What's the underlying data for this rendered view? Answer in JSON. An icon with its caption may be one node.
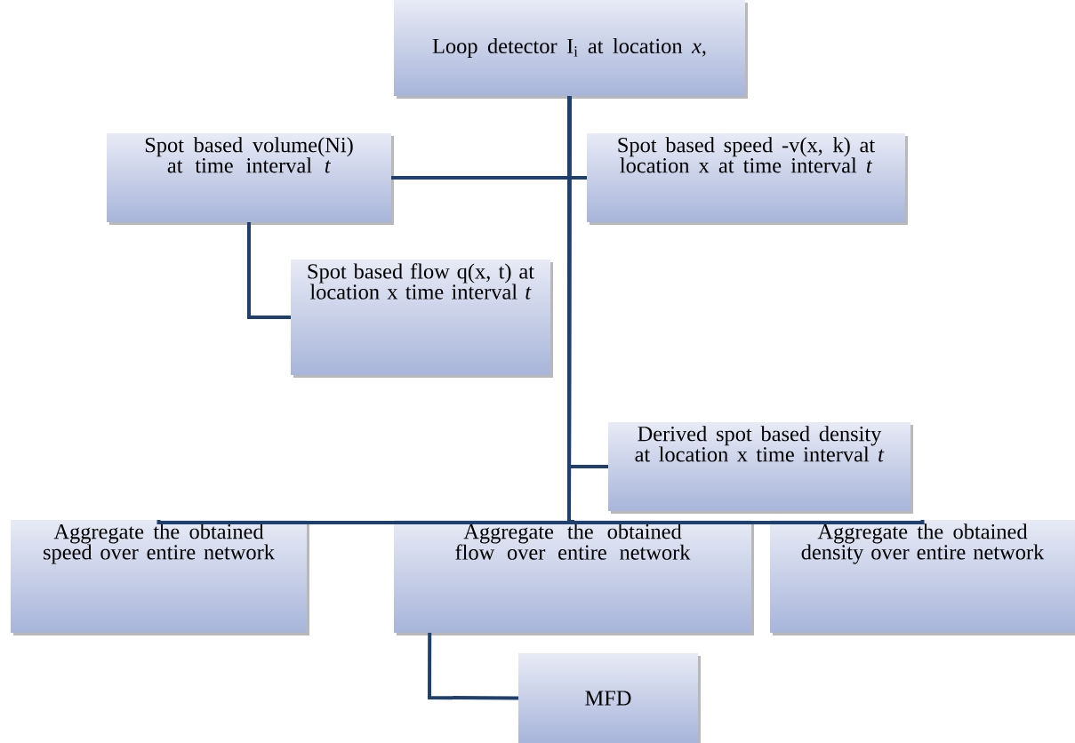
{
  "diagram": {
    "nodes": [
      {
        "text": [
          "Loop detector I$_{i}$ at location *x*,"
        ]
      },
      {
        "text": [
          "Spot based volume(Ni) at time interval *t*"
        ]
      },
      {
        "text": [
          "Spot based speed -v(x, k) at location x at time interval *t*"
        ]
      },
      {
        "text": [
          "Spot based flow q(x, t) at location x time interval *t*"
        ]
      },
      {
        "text": [
          "Derived spot based density at location x  time interval *t*"
        ]
      },
      {
        "text": [
          "Aggregate the obtained speed over entire network"
        ]
      },
      {
        "text": [
          "Aggregate the obtained flow over entire network"
        ]
      },
      {
        "text": [
          "Aggregate the obtained density over entire network"
        ]
      },
      {
        "text": [
          "MFD"
        ]
      }
    ],
    "edges": [
      {
        "from": 0,
        "to": 1,
        "arrow": "none"
      },
      {
        "from": 0,
        "to": 2,
        "arrow": "none"
      },
      {
        "from": 1,
        "to": 3,
        "arrow": "none"
      },
      {
        "from": 0,
        "to": 4,
        "arrow": "none"
      },
      {
        "from": 0,
        "to": 5,
        "arrow": "none"
      },
      {
        "from": 0,
        "to": 6,
        "arrow": "none"
      },
      {
        "from": 0,
        "to": 7,
        "arrow": "none"
      },
      {
        "from": 6,
        "to": 8,
        "arrow": "none"
      }
    ]
  }
}
